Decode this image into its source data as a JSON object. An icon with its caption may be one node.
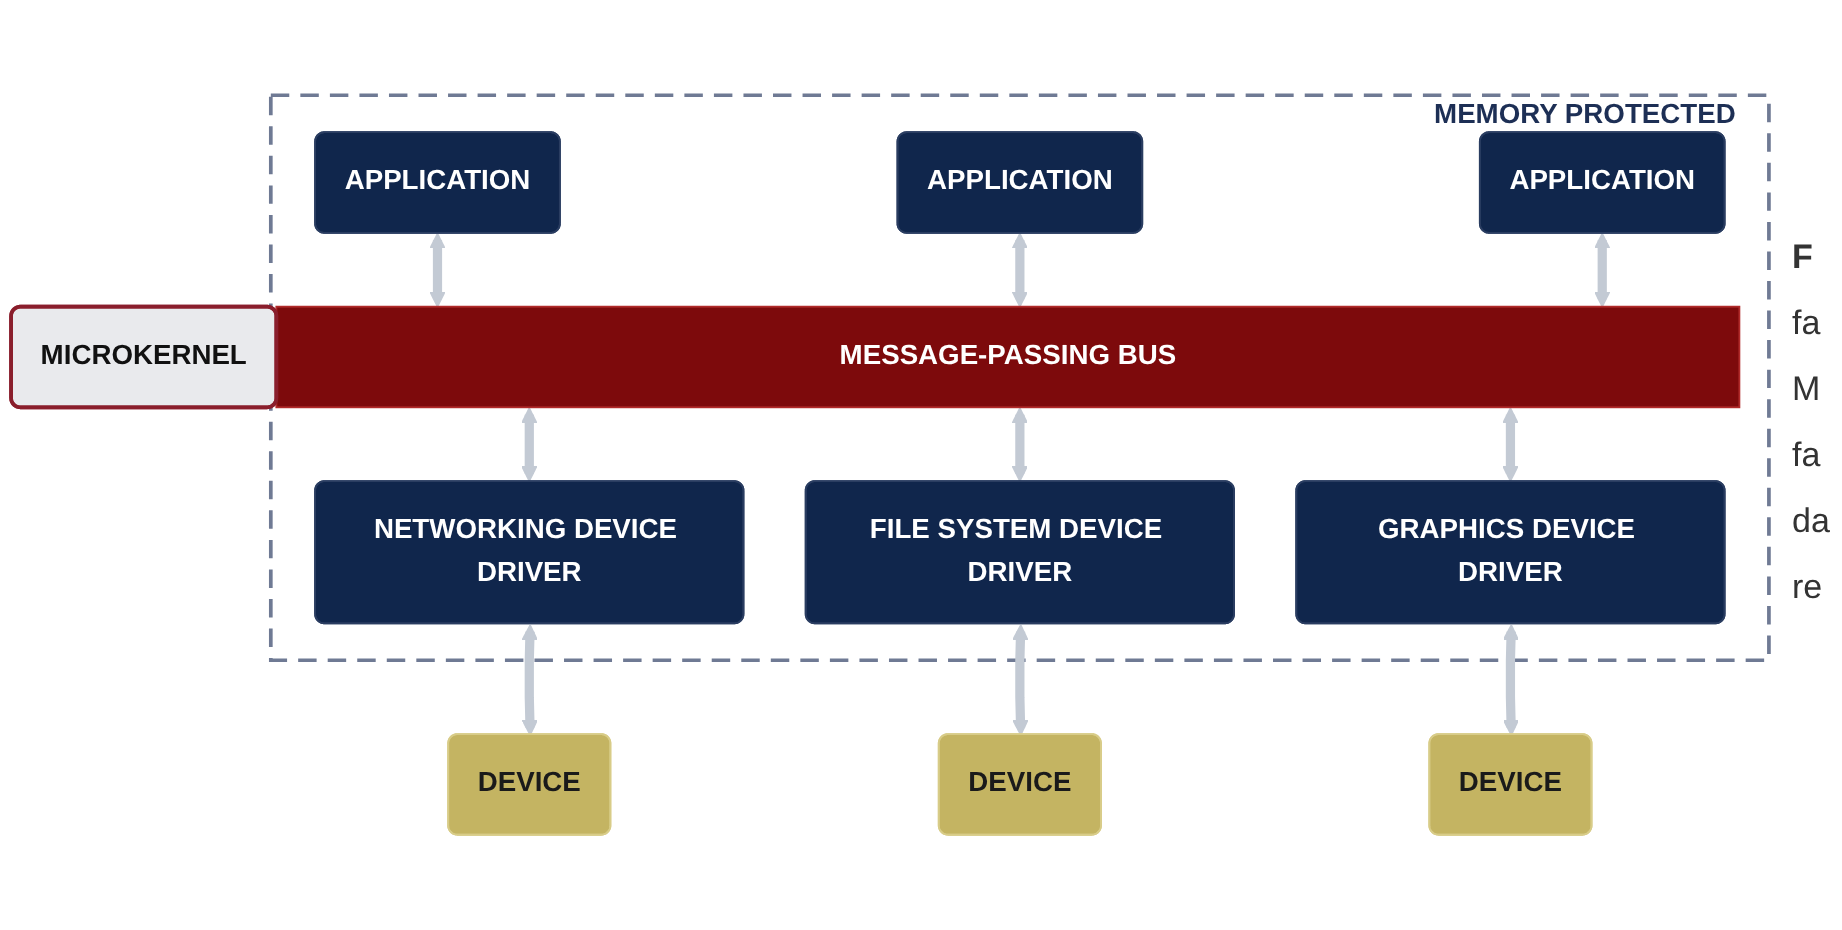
{
  "diagram": {
    "caption": "**F** fa M fa da re",
    "nodes": [
      {
        "text": [
          "MEMORY PROTECTED"
        ]
      },
      {
        "text": [
          "APPLICATION"
        ],
        "in": 0
      },
      {
        "text": [
          "APPLICATION"
        ],
        "in": 0
      },
      {
        "text": [
          "APPLICATION"
        ],
        "in": 0
      },
      {
        "text": [
          "MICROKERNEL"
        ]
      },
      {
        "text": [
          "MESSAGE-PASSING BUS"
        ],
        "in": 0
      },
      {
        "text": [
          "NETWORKING DEVICE DRIVER"
        ],
        "in": 0
      },
      {
        "text": [
          "FILE SYSTEM DEVICE DRIVER"
        ],
        "in": 0
      },
      {
        "text": [
          "GRAPHICS DEVICE DRIVER"
        ],
        "in": 0
      },
      {
        "text": [
          "DEVICE"
        ]
      },
      {
        "text": [
          "DEVICE"
        ]
      },
      {
        "text": [
          "DEVICE"
        ]
      }
    ],
    "edges": [
      {
        "from": 1,
        "to": 5,
        "arrow": "both"
      },
      {
        "from": 2,
        "to": 5,
        "arrow": "both"
      },
      {
        "from": 3,
        "to": 5,
        "arrow": "both"
      },
      {
        "from": 5,
        "to": 6,
        "arrow": "both"
      },
      {
        "from": 5,
        "to": 7,
        "arrow": "both"
      },
      {
        "from": 5,
        "to": 8,
        "arrow": "both"
      },
      {
        "from": 6,
        "to": 9,
        "arrow": "both"
      },
      {
        "from": 7,
        "to": 10,
        "arrow": "both"
      },
      {
        "from": 8,
        "to": 11,
        "arrow": "both"
      }
    ]
  }
}
